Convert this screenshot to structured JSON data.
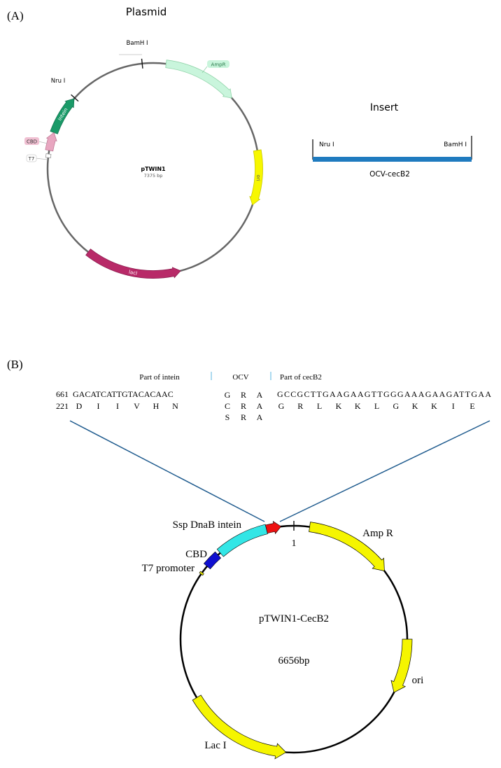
{
  "panel_a": {
    "label": "(A)",
    "plasmid_title": "Plasmid",
    "plasmid": {
      "name": "pTWIN1",
      "size": "7375 bp",
      "sites": [
        "BamH I",
        "Nru I"
      ],
      "features": [
        {
          "name": "AmpR",
          "color": "#c9f5dc",
          "stroke": "#8fd3a8"
        },
        {
          "name": "ori",
          "color": "#f7f700",
          "stroke": "#c8c800"
        },
        {
          "name": "lacI",
          "color": "#b82a68",
          "stroke": "#8e1d50"
        },
        {
          "name": "Intein",
          "color": "#1a9a68",
          "stroke": "#127550"
        },
        {
          "name": "CBD",
          "color": "#e8a6c0",
          "stroke": "#c07b97"
        },
        {
          "name": "T7",
          "color": "#ffffff",
          "stroke": "#999999"
        }
      ]
    },
    "insert_title": "Insert",
    "insert": {
      "name": "OCV-cecB2",
      "left_site": "Nru I",
      "right_site": "BamH I",
      "color": "#1f7bbf"
    }
  },
  "panel_b": {
    "label": "(B)",
    "headers": [
      "Part of intein",
      "OCV",
      "Part of cecB2"
    ],
    "seq_row": {
      "pos": "661",
      "left": "GACATCATTGTACACAAC",
      "mid": [
        "G",
        "R",
        "A"
      ],
      "right": "GCCGCTTGAAGAAGTTGGGAAAGAAGATTGAA"
    },
    "aa_row": {
      "pos": "221",
      "left": [
        "D",
        "I",
        "I",
        "V",
        "H",
        "N"
      ],
      "mid": [
        "C",
        "R",
        "A"
      ],
      "right": [
        "G",
        "R",
        "L",
        "K",
        "K",
        "L",
        "G",
        "K",
        "K",
        "I",
        "E"
      ]
    },
    "aa_row2": {
      "mid": [
        "S",
        "R",
        "A"
      ]
    },
    "plasmid": {
      "name": "pTWIN1-CecB2",
      "size": "6656bp",
      "position_mark": "1",
      "labels": {
        "intein": "Ssp DnaB intein",
        "cbd": "CBD",
        "t7": "T7 promoter",
        "amp": "Amp R",
        "ori": "ori",
        "lac": "Lac I"
      },
      "colors": {
        "ocv": "#ee1111",
        "intein": "#33e6e6",
        "cbd": "#1010d0",
        "t7": "#e6e600",
        "amp": "#f5f500",
        "ori": "#f5f500",
        "lac": "#f5f500"
      }
    },
    "line_color": "#1f5b8e"
  }
}
